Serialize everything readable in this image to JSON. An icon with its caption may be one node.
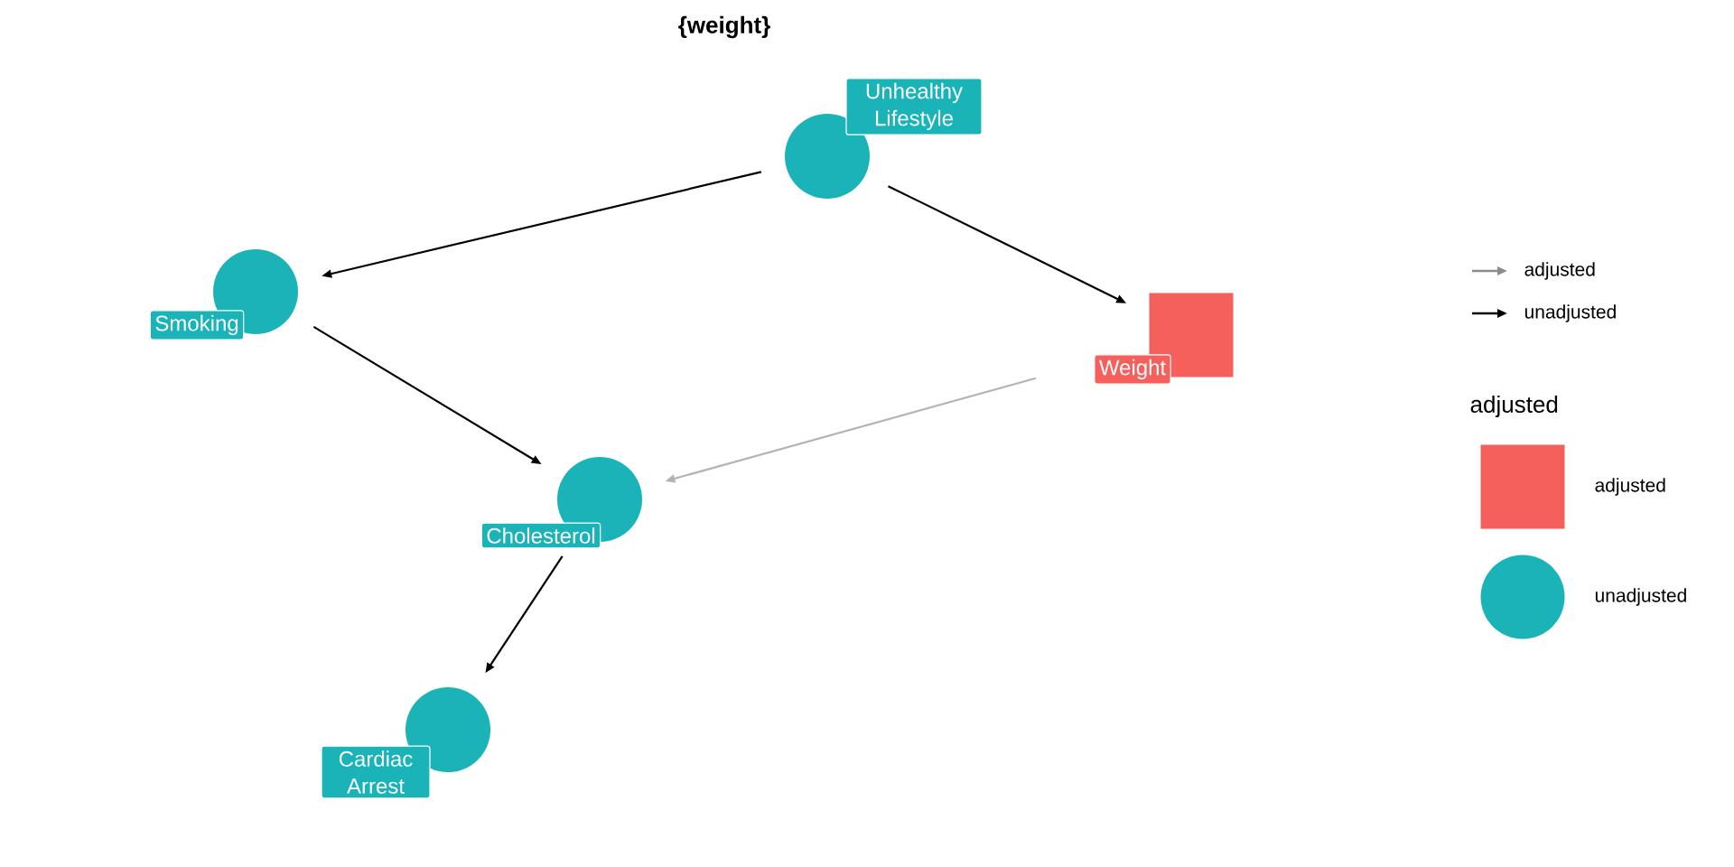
{
  "diagram": {
    "title": "{weight}",
    "nodes": [
      {
        "text": [
          "Unhealthy Lifestyle"
        ]
      },
      {
        "text": [
          "Smoking"
        ]
      },
      {
        "text": [
          "Weight"
        ]
      },
      {
        "text": [
          "Cholesterol"
        ]
      },
      {
        "text": [
          "Cardiac Arrest"
        ]
      }
    ],
    "edges": [
      {
        "from": 0,
        "to": 1,
        "arrow": "to"
      },
      {
        "from": 0,
        "to": 2,
        "arrow": "to"
      },
      {
        "from": 1,
        "to": 3,
        "arrow": "to"
      },
      {
        "from": 2,
        "to": 3,
        "arrow": "to",
        "color": "#b3b3b3"
      },
      {
        "from": 3,
        "to": 4,
        "arrow": "to"
      }
    ],
    "labels": [
      "adjusted"
    ],
    "legend": [
      {
        "text": "adjusted"
      },
      {
        "text": "unadjusted"
      },
      {
        "text": "adjusted",
        "color": "#f5605c"
      },
      {
        "text": "unadjusted",
        "color": "#19b3b8"
      }
    ]
  }
}
